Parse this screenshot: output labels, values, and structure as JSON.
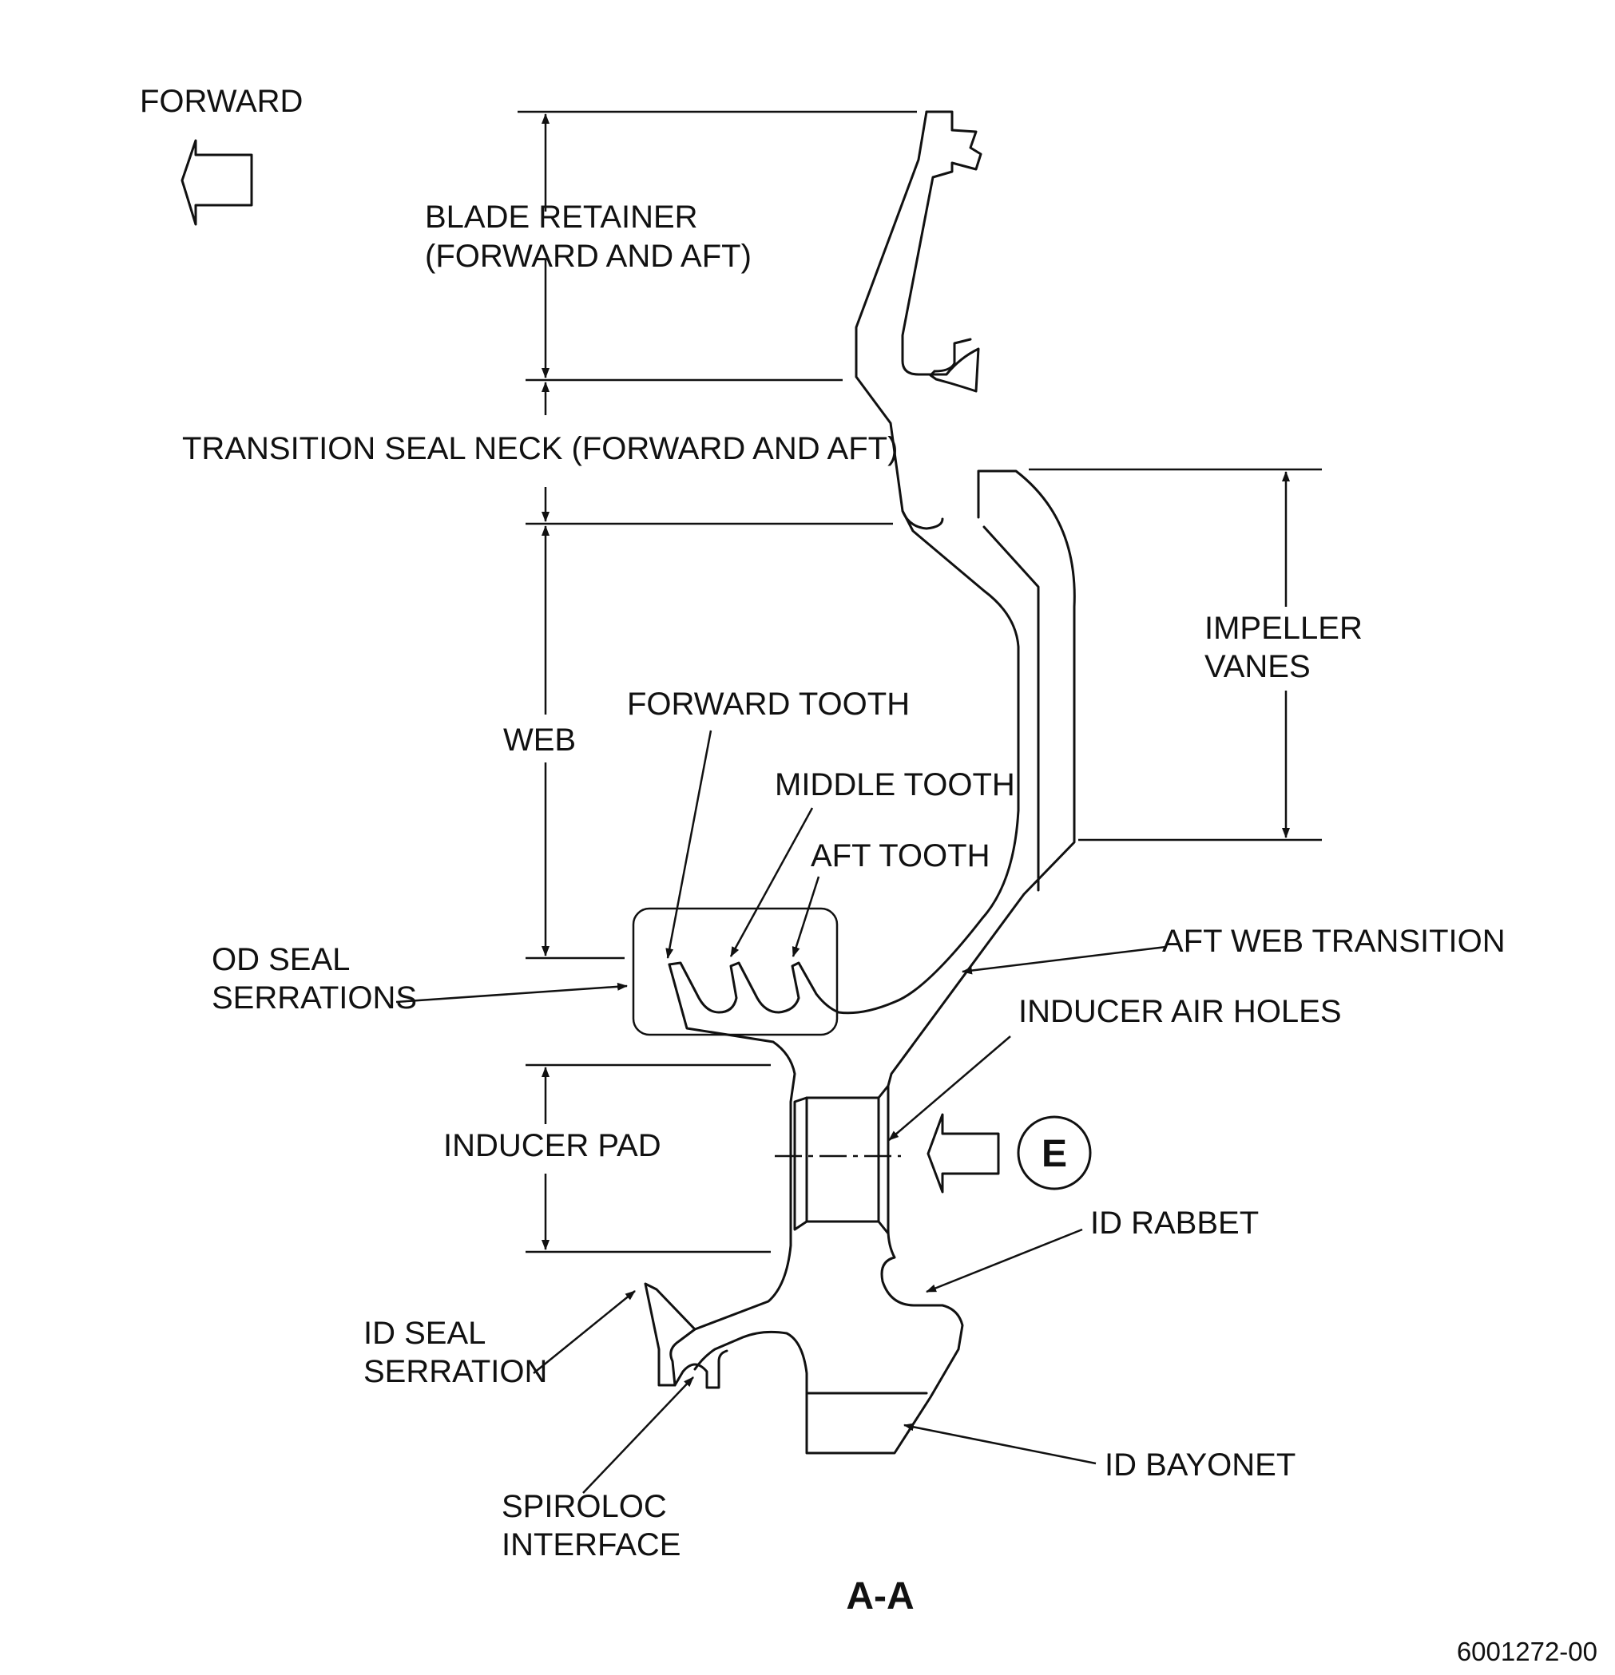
{
  "labels": {
    "forward": "FORWARD",
    "blade_retainer_1": "BLADE RETAINER",
    "blade_retainer_2": "(FORWARD AND AFT)",
    "transition_seal_neck": "TRANSITION SEAL NECK (FORWARD AND AFT)",
    "web": "WEB",
    "forward_tooth": "FORWARD TOOTH",
    "middle_tooth": "MIDDLE TOOTH",
    "aft_tooth": "AFT TOOTH",
    "od_seal_1": "OD SEAL",
    "od_seal_2": "SERRATIONS",
    "impeller_vanes_1": "IMPELLER",
    "impeller_vanes_2": "VANES",
    "aft_web_transition": "AFT WEB TRANSITION",
    "inducer_air_holes": "INDUCER AIR HOLES",
    "inducer_pad": "INDUCER PAD",
    "view_e": "E",
    "id_rabbet": "ID RABBET",
    "id_seal_1": "ID SEAL",
    "id_seal_2": "SERRATION",
    "spiroloc_1": "SPIROLOC",
    "spiroloc_2": "INTERFACE",
    "id_bayonet": "ID BAYONET",
    "section_title": "A-A",
    "figure_number": "6001272-00"
  }
}
